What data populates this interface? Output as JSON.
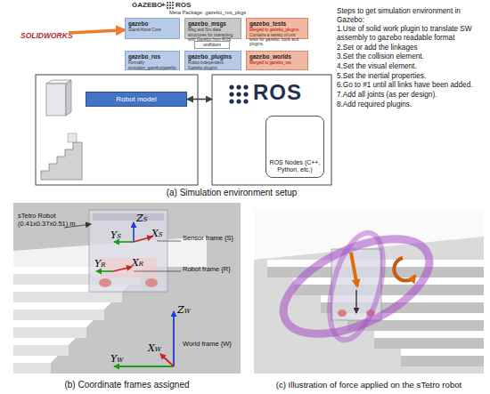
{
  "diagram": {
    "nodes": [
      {
        "text": [
          "SOLIDWORKS"
        ]
      },
      {
        "text": [
          "gazebo",
          "Stand Alone Core"
        ]
      },
      {
        "text": [
          "gazebo_msgs",
          "Msg and Srv data structures for interacting with Gazebo from ROS"
        ]
      },
      {
        "text": [
          "gazebo_tests",
          "Merged to gazebo_plugins",
          "Contains a variety of unit tests for gazebo, tools and plugins."
        ]
      },
      {
        "text": [
          "urdfdom"
        ]
      },
      {
        "text": [
          "gazebo_ros",
          "Formally simulator_gazebo/gazebo"
        ]
      },
      {
        "text": [
          "gazebo_plugins",
          "Robot-independent Gazebo plugins"
        ]
      },
      {
        "text": [
          "gazebo_worlds",
          "Merged to gazebo_ros"
        ]
      },
      {
        "text": [
          "Robot model"
        ]
      },
      {
        "text": [
          "ROS"
        ]
      },
      {
        "text": [
          "ROS Nodes (C++, Python, etc.)"
        ],
        "in": 9
      }
    ],
    "edges": [
      {
        "from": 0,
        "to": 1,
        "arrow": "to"
      },
      {
        "from": 8,
        "to": 9,
        "arrow": "both"
      }
    ],
    "labels": [
      "GAZEBO",
      "+",
      "ROS",
      "Meta Package: gazebo_ros_pkgs",
      "Steps to get simulation environment in Gazebo:",
      "1.Use of solid work plugin to translate SW assembly to gazebo readable format",
      "2.Set or add the linkages",
      "3.Set the collision element.",
      "4.Set the visual element.",
      "5.Set the inertial properties.",
      "6.Go to #1 until all links have been added.",
      "7.Add all joints (as per design).",
      "8.Add required plugins.",
      "(a) Simulation environment setup",
      "sTetro Robot (0.41x0.37x0.51) m",
      "ZS",
      "YS",
      "XS",
      "Sensor frame {S}",
      "YR",
      "XR",
      "Robot frame {R}",
      "ZW",
      "XW",
      "YW",
      "World frame {W}",
      "(b) Coordinate frames assigned",
      "(c) Illustration of force applied on the sTetro robot"
    ]
  }
}
